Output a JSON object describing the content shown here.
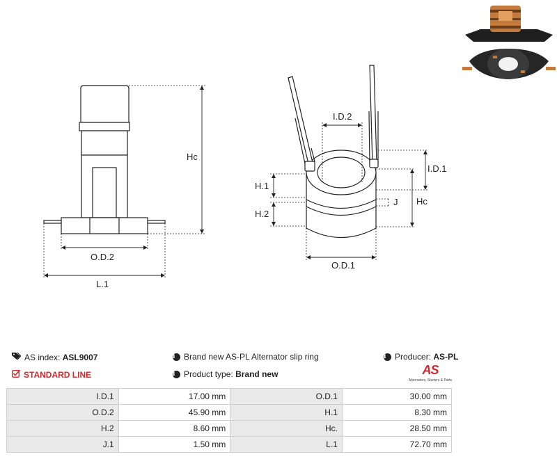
{
  "drawing": {
    "left_labels": {
      "hc": "Hc",
      "od2": "O.D.2",
      "l1": "L.1"
    },
    "right_labels": {
      "id2": "I.D.2",
      "id1": "I.D.1",
      "h1": "H.1",
      "h2": "H.2",
      "j": "J",
      "hc": "Hc",
      "od1": "O.D.1"
    }
  },
  "info": {
    "as_index_label": "AS index:",
    "as_index_value": "ASL9007",
    "standard_line": "STANDARD LINE",
    "description": "Brand new AS-PL Alternator slip ring",
    "product_type_label": "Product type:",
    "product_type_value": "Brand new",
    "producer_label": "Producer:",
    "producer_value": "AS-PL",
    "logo_text": "AS",
    "logo_tagline": "Alternators, Starters & Parts"
  },
  "specs": [
    {
      "l1": "I.D.1",
      "v1": "17.00 mm",
      "l2": "O.D.1",
      "v2": "30.00 mm"
    },
    {
      "l1": "O.D.2",
      "v1": "45.90 mm",
      "l2": "H.1",
      "v2": "8.30 mm"
    },
    {
      "l1": "H.2",
      "v1": "8.60 mm",
      "l2": "Hc.",
      "v2": "28.50 mm"
    },
    {
      "l1": "J.1",
      "v1": "1.50 mm",
      "l2": "L.1",
      "v2": "72.70 mm"
    }
  ],
  "colors": {
    "accent": "#d4262b",
    "label_bg": "#e9e9e9",
    "copper": "#c47a3a"
  }
}
